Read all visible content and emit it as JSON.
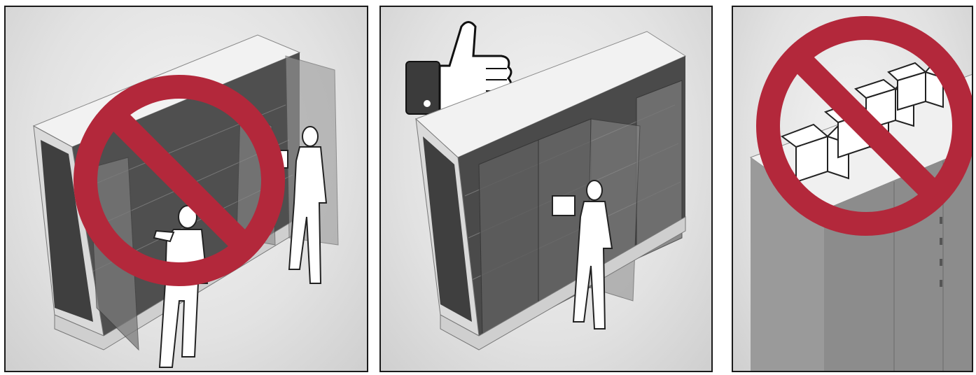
{
  "panels": [
    {
      "id": "panel-1",
      "status": "prohibited",
      "description_icon": "no-entry-sign",
      "scene": "two-people-loading-with-doors-open"
    },
    {
      "id": "panel-2",
      "status": "correct",
      "description_icon": "thumbs-up-icon",
      "scene": "one-person-loading-through-single-door"
    },
    {
      "id": "panel-3",
      "status": "prohibited",
      "description_icon": "no-entry-sign",
      "scene": "boxes-stacked-on-top-of-cabinet"
    }
  ],
  "colors": {
    "prohibition_red": "#b3283b",
    "frame": "#1a1a1a",
    "cabinet_light": "#eeeeee",
    "cabinet_dark": "#5a5a5a",
    "glass": "#6f6f6f",
    "thumb_cuff": "#3b3b3b"
  },
  "icons": [
    "no-entry-sign",
    "thumbs-up-icon",
    "person-figure",
    "cardboard-box-icon"
  ]
}
